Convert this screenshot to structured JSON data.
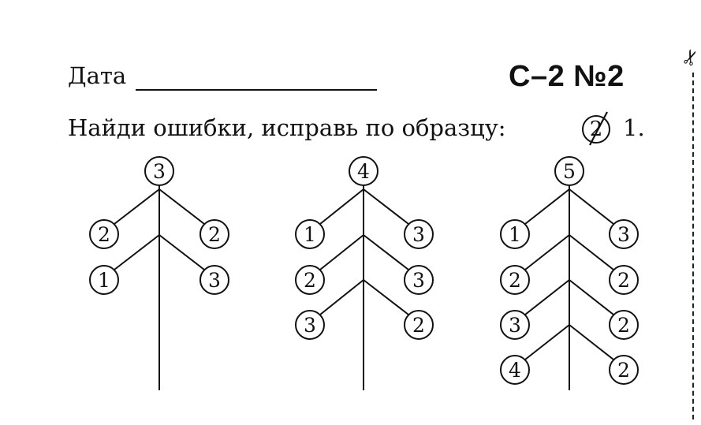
{
  "header": {
    "date_label": "Дата",
    "code": "С–2  №2"
  },
  "instruction": {
    "text": "Найди ошибки, исправь по образцу:",
    "example_wrong": "2",
    "example_fixed": "1."
  },
  "icons": {
    "scissors": "scissors-icon"
  },
  "trees": [
    {
      "top": "3",
      "rows": [
        {
          "left": "2",
          "right": "2"
        },
        {
          "left": "1",
          "right": "3"
        }
      ]
    },
    {
      "top": "4",
      "rows": [
        {
          "left": "1",
          "right": "3"
        },
        {
          "left": "2",
          "right": "3"
        },
        {
          "left": "3",
          "right": "2"
        }
      ]
    },
    {
      "top": "5",
      "rows": [
        {
          "left": "1",
          "right": "3"
        },
        {
          "left": "2",
          "right": "2"
        },
        {
          "left": "3",
          "right": "2"
        },
        {
          "left": "4",
          "right": "2"
        }
      ]
    }
  ]
}
